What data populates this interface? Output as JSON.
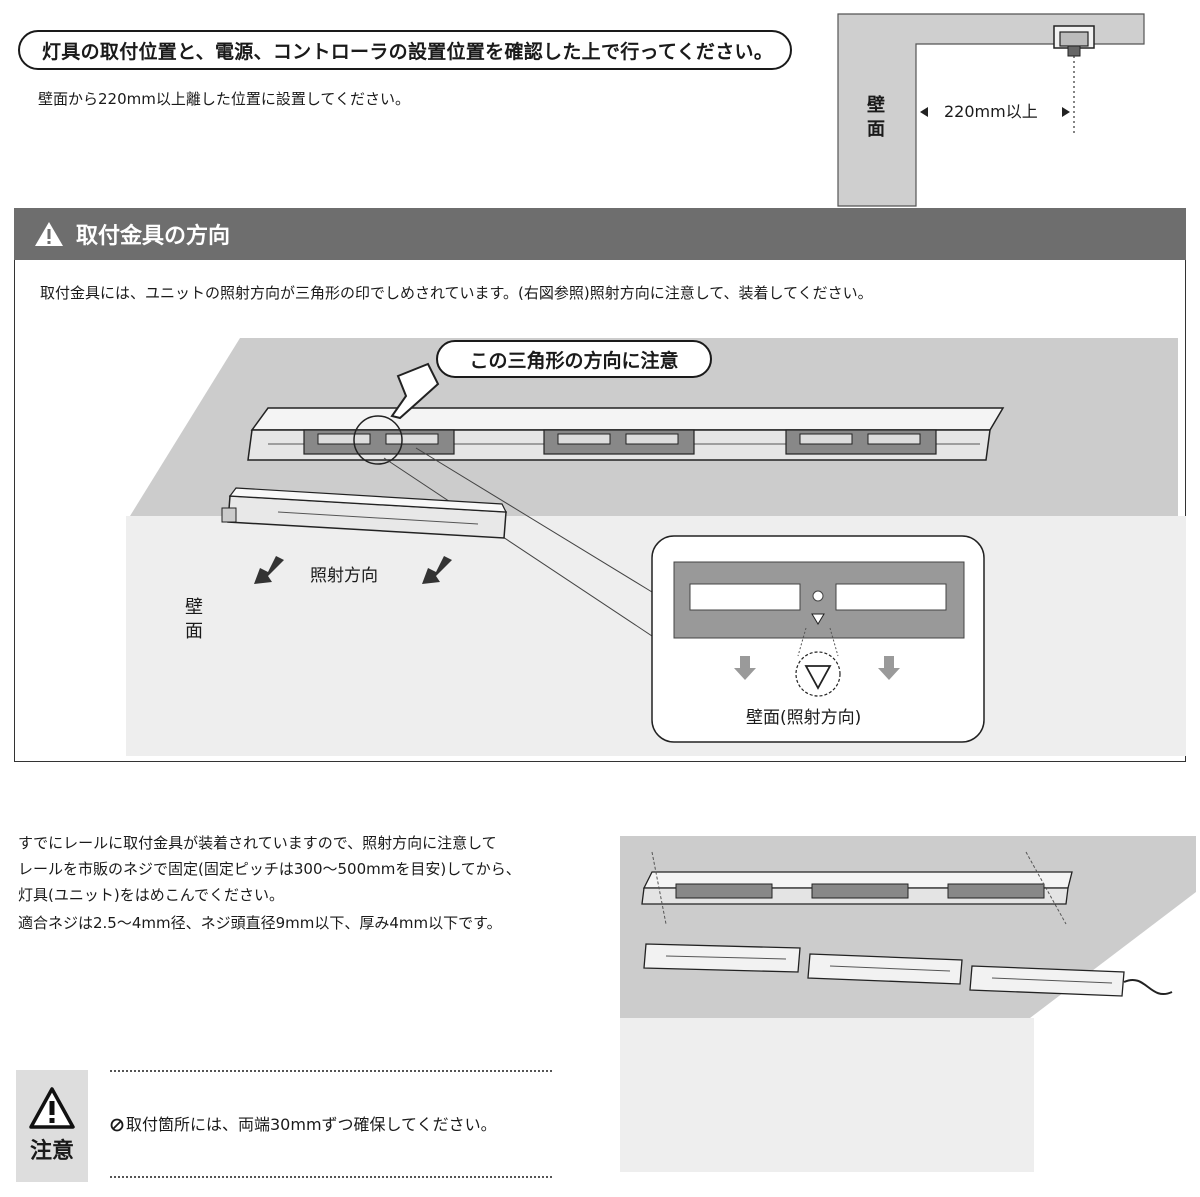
{
  "header": {
    "title": "灯具の取付位置と、電源、コントローラの設置位置を確認した上で行ってください。",
    "note": "壁面から220mm以上離した位置に設置してください。"
  },
  "top_diagram": {
    "wall_label": "壁面",
    "distance_label": "220mm以上"
  },
  "warning_section": {
    "title": "取付金具の方向",
    "body": "取付金具には、ユニットの照射方向が三角形の印でしめされています。(右図参照)照射方向に注意して、装着してください。",
    "callout": "この三角形の方向に注意",
    "direction_label": "照射方向",
    "wall_label": "壁面",
    "detail_caption": "壁面(照射方向)"
  },
  "install_text": {
    "lines": [
      "すでにレールに取付金具が装着されていますので、照射方向に注意して",
      "レールを市販のネジで固定(固定ピッチは300～500mmを目安)してから、",
      "灯具(ユニット)をはめこんでください。"
    ],
    "screw_spec": "適合ネジは2.5～4mm径、ネジ頭直径9mm以下、厚み4mm以下です。"
  },
  "caution": {
    "badge_label": "注意",
    "text": "取付箇所には、両端30mmずつ確保してください。"
  },
  "colors": {
    "header_bar": "#6e6e6e",
    "ceiling": "#cccccc",
    "wall": "#eeeeee",
    "badge_bg": "#dddddd",
    "detail_fitting": "#999999",
    "arrow": "#9a9a9a"
  },
  "icons": [
    "warning-triangle-icon",
    "pointing-hand-icon",
    "direction-arrow-icon",
    "prohibition-icon",
    "screw-icon"
  ]
}
